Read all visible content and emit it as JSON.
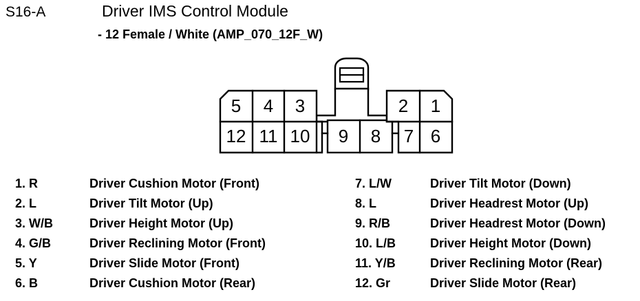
{
  "header": {
    "code": "S16-A",
    "title": "Driver IMS Control Module",
    "subtitle": "- 12 Female / White (AMP_070_12F_W)"
  },
  "connector": {
    "name": "connector-pinout-diagram",
    "type": "12-way female connector, white, AMP_070_12F_W",
    "latch": "top-center-locking-tab",
    "top_row": [
      "5",
      "4",
      "3",
      "2",
      "1"
    ],
    "bottom_row": [
      "12",
      "11",
      "10",
      "9",
      "8",
      "7",
      "6"
    ],
    "cells": {
      "c5": "5",
      "c4": "4",
      "c3": "3",
      "c2": "2",
      "c1": "1",
      "c12": "12",
      "c11": "11",
      "c10": "10",
      "c9": "9",
      "c8": "8",
      "c7": "7",
      "c6": "6"
    }
  },
  "pins_left": [
    {
      "ref": "1. R",
      "desc": "Driver Cushion Motor (Front)"
    },
    {
      "ref": "2. L",
      "desc": "Driver Tilt Motor (Up)"
    },
    {
      "ref": "3. W/B",
      "desc": "Driver Height Motor (Up)"
    },
    {
      "ref": "4. G/B",
      "desc": "Driver Reclining Motor (Front)"
    },
    {
      "ref": "5. Y",
      "desc": "Driver Slide Motor (Front)"
    },
    {
      "ref": "6. B",
      "desc": "Driver Cushion Motor (Rear)"
    }
  ],
  "pins_right": [
    {
      "ref": "7. L/W",
      "desc": "Driver Tilt Motor (Down)"
    },
    {
      "ref": "8. L",
      "desc": "Driver Headrest Motor (Up)"
    },
    {
      "ref": "9. R/B",
      "desc": "Driver Headrest Motor (Down)"
    },
    {
      "ref": "10. L/B",
      "desc": "Driver Height Motor (Down)"
    },
    {
      "ref": "11. Y/B",
      "desc": "Driver Reclining Motor (Rear)"
    },
    {
      "ref": "12. Gr",
      "desc": "Driver Slide Motor (Rear)"
    }
  ],
  "colors": {
    "background": "#ffffff",
    "ink": "#000000"
  }
}
